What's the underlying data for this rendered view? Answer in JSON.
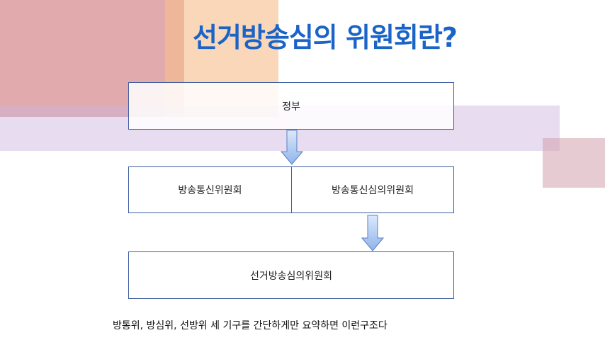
{
  "title": "선거방송심의 위원회란?",
  "boxes": {
    "government": "정부",
    "kcc": "방송통신위원회",
    "kcsc": "방송통신심의위원회",
    "nec": "선거방송심의위원회"
  },
  "caption": "방통위, 방심위, 선방위 세 기구를 간단하게만 요약하면 이런구조다",
  "colors": {
    "title": "#1a63c7",
    "box_border": "#3f5fa0",
    "arrow_fill_top": "#dce9fb",
    "arrow_fill_bottom": "#8fb4ea",
    "arrow_stroke": "#5a7fc4"
  },
  "icons": [
    "down-arrow-icon",
    "down-arrow-icon"
  ]
}
